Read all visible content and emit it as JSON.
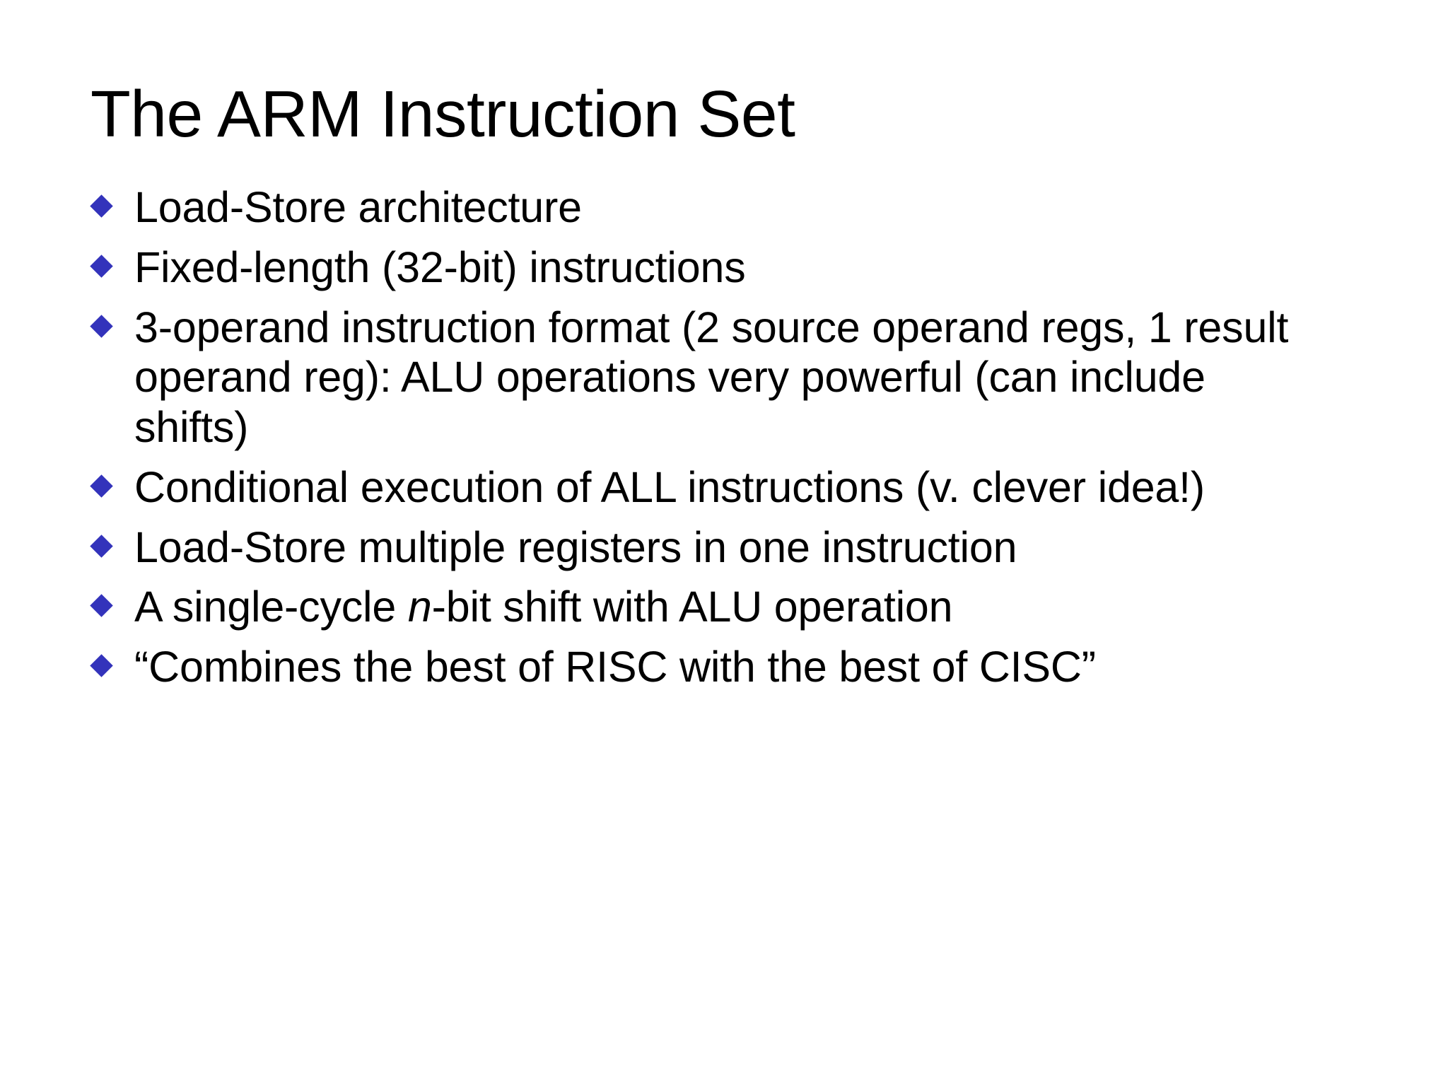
{
  "slide": {
    "title": "The ARM Instruction Set",
    "background_color": "#FFFFFF",
    "text_color": "#000000",
    "bullet_color": "#3333BB",
    "bullet_glyph": "diamond"
  },
  "bullets": [
    {
      "id": "load-store-architecture",
      "text": "Load-Store architecture",
      "wraps": false
    },
    {
      "id": "fixed-length-instructions",
      "text": "Fixed-length (32-bit) instructions",
      "wraps": false
    },
    {
      "id": "three-operand-format",
      "text": "3-operand instruction format (2 source operand regs, 1 result operand reg): ALU operations very powerful (can include shifts)",
      "wraps": true
    },
    {
      "id": "conditional-execution",
      "text": "Conditional execution of ALL instructions (v. clever idea!)",
      "wraps": true
    },
    {
      "id": "load-store-multiple",
      "text": "Load-Store multiple registers in one instruction",
      "wraps": false
    },
    {
      "id": "single-cycle-shift",
      "text_before_italic": "A single-cycle ",
      "italic_text": "n",
      "text_after_italic": "-bit shift with ALU operation",
      "text": "A single-cycle n-bit shift with ALU operation",
      "wraps": false
    },
    {
      "id": "combines-best-risc-cisc",
      "text": "“Combines the best of RISC with the best of CISC”",
      "wraps": false
    }
  ]
}
